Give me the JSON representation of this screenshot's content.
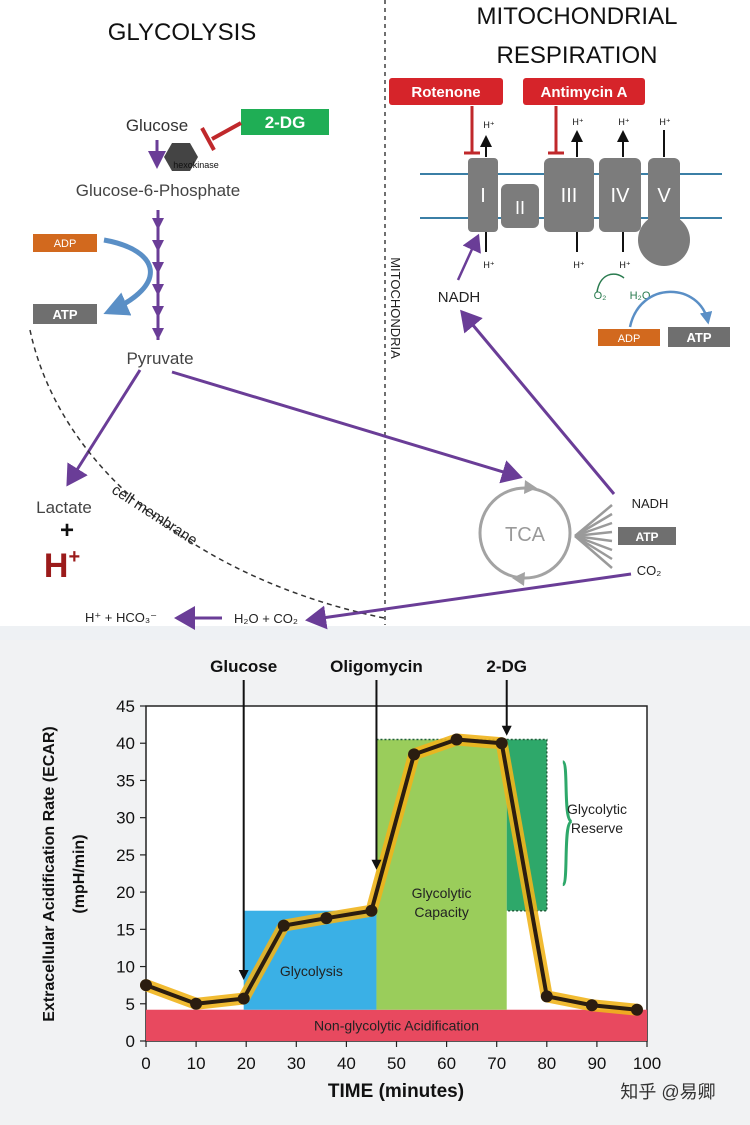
{
  "diagram": {
    "glycolysis_title": "GLYCOLYSIS",
    "mito_title_line1": "MITOCHONDRIAL",
    "mito_title_line2": "RESPIRATION",
    "glucose": "Glucose",
    "twodg_tag": "2-DG",
    "hexokinase": "hexokinase",
    "g6p": "Glucose-6-Phosphate",
    "adp": "ADP",
    "atp": "ATP",
    "pyruvate": "Pyruvate",
    "lactate": "Lactate",
    "plus": "+",
    "h_base": "H",
    "h_sup": "+",
    "cell_membrane": "cell membrane",
    "mitochondria": "MITOCHONDRIA",
    "rotenone": "Rotenone",
    "antimycin": "Antimycin A",
    "complex_I": "I",
    "complex_II": "II",
    "complex_III": "III",
    "complex_IV": "IV",
    "complex_V": "V",
    "hplus": "H⁺",
    "o2": "O₂",
    "h2o_mito": "H₂O",
    "nadh": "NADH",
    "tca": "TCA",
    "co2": "CO₂",
    "h2o_co2": "H₂O + CO₂",
    "h_hco3": "H⁺ + HCO₃⁻"
  },
  "chart_data": {
    "type": "line",
    "title": "",
    "xlabel": "TIME (minutes)",
    "ylabel": "Extracellular Acidification Rate (ECAR)",
    "ylabel_unit": "(mpH/min)",
    "xlim": [
      0,
      100
    ],
    "ylim": [
      0,
      45
    ],
    "xticks": [
      0,
      10,
      20,
      30,
      40,
      50,
      60,
      70,
      80,
      90,
      100
    ],
    "yticks": [
      0,
      5,
      10,
      15,
      20,
      25,
      30,
      35,
      40,
      45
    ],
    "series": [
      {
        "x": [
          0,
          10,
          19.5,
          27.5,
          36,
          45,
          53.5,
          62,
          71,
          80,
          89,
          98
        ],
        "y": [
          7.5,
          5,
          5.7,
          15.5,
          16.5,
          17.5,
          38.5,
          40.5,
          40,
          6,
          4.8,
          4.2
        ]
      }
    ],
    "injections": [
      {
        "label": "Glucose",
        "x": 19.5,
        "y": 8.2
      },
      {
        "label": "Oligomycin",
        "x": 46,
        "y": 23
      },
      {
        "label": "2-DG",
        "x": 72,
        "y": 41
      }
    ],
    "regions": [
      {
        "label": "Non-glycolytic Acidification",
        "x0": 0,
        "x1": 100,
        "y0": 0,
        "y1": 4.2,
        "color": "#e8495f"
      },
      {
        "label": "Glycolysis",
        "x0": 19.5,
        "x1": 46,
        "y0": 4.2,
        "y1": 17.5,
        "color": "#3ab0e6"
      },
      {
        "label_line1": "Glycolytic",
        "label_line2": "Capacity",
        "x0": 46,
        "x1": 72,
        "y0": 4.2,
        "y1": 40.5,
        "color": "#9acd5b"
      },
      {
        "label_line1": "Glycolytic",
        "label_line2": "Reserve",
        "x0": 72,
        "x1": 80,
        "y0": 17.5,
        "y1": 40.5,
        "color": "#2ea86a"
      }
    ],
    "watermark": "知乎 @易卿"
  }
}
